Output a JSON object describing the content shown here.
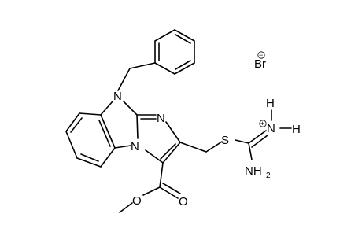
{
  "atoms": {
    "n_benzyl": "N",
    "n_imine": "N",
    "n_bridge": "N",
    "s": "S",
    "ester_o_single": "O",
    "ester_o_double": "O",
    "nh2_n": "N",
    "nh2_h_top": "H",
    "nh2_h_right": "H",
    "amine_nh": "NH",
    "amine_sub": "2",
    "br": "Br"
  },
  "charges": {
    "cation": "+",
    "anion": "−"
  }
}
